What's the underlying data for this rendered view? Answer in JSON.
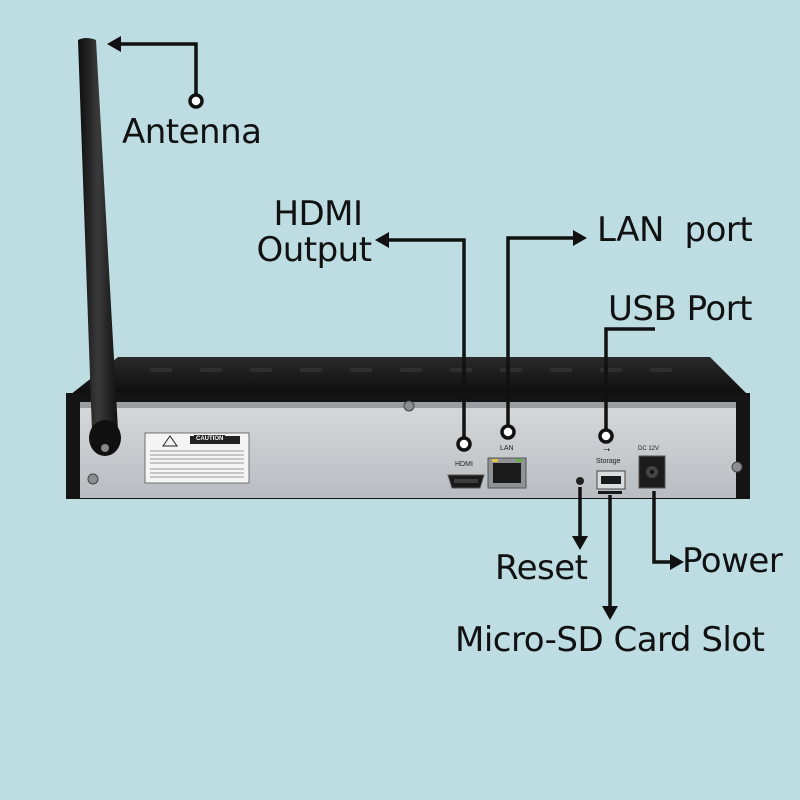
{
  "labels": {
    "antenna": "Antenna",
    "hdmi_line1": "HDMI",
    "hdmi_line2": "Output",
    "lan": "LAN  port",
    "usb": "USB Port",
    "reset": "Reset",
    "power": "Power",
    "microsd": "Micro-SD Card Slot"
  },
  "port_marks": {
    "hdmi": "HDMI",
    "lan": "LAN",
    "storage": "Storage",
    "dc": "DC 12V"
  },
  "caution_sticker": {
    "title": "CAUTION"
  },
  "colors": {
    "background": "#bddde2",
    "device_black": "#151515",
    "device_panel": "#c9ccd0",
    "callout_line": "#111111"
  }
}
